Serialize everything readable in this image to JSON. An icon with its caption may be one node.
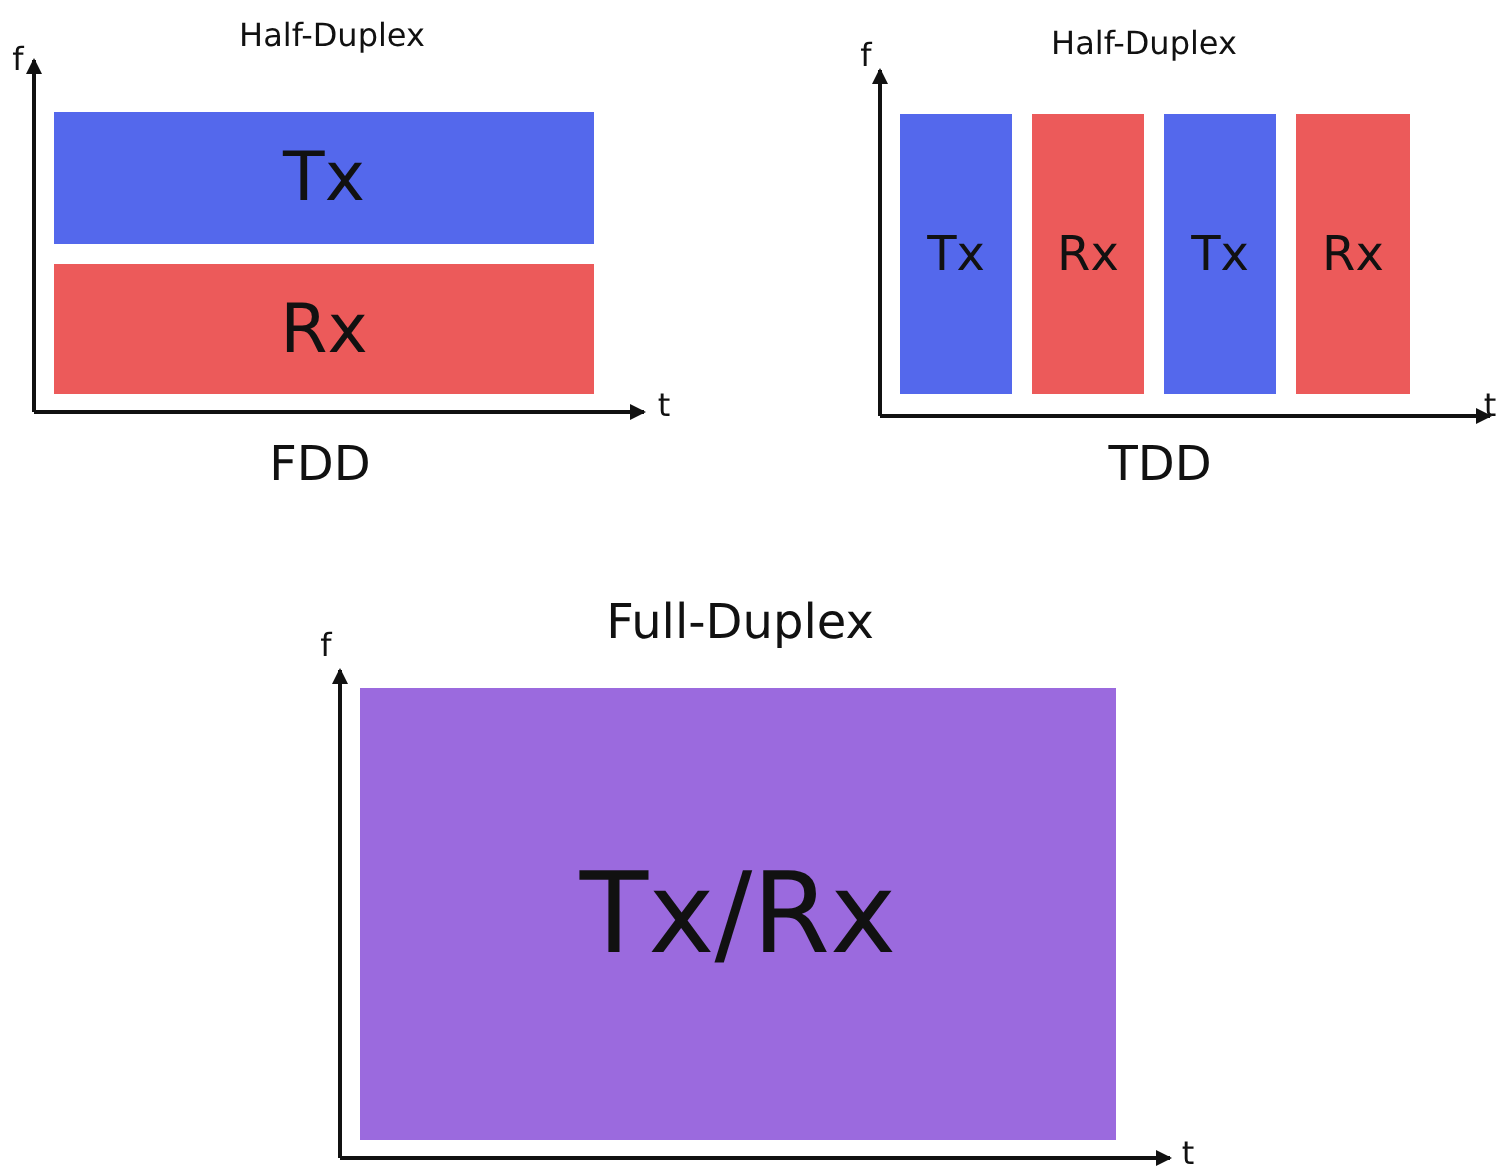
{
  "diagram": {
    "nodes": [
      {
        "text": [
          "Tx"
        ]
      },
      {
        "text": [
          "Rx"
        ]
      },
      {
        "text": [
          "Tx"
        ]
      },
      {
        "text": [
          "Rx"
        ]
      },
      {
        "text": [
          "Tx"
        ]
      },
      {
        "text": [
          "Rx"
        ]
      },
      {
        "text": [
          "Tx/Rx"
        ]
      }
    ],
    "labels": [
      "Half-Duplex",
      "f",
      "t",
      "FDD",
      "Half-Duplex",
      "f",
      "t",
      "TDD",
      "Full-Duplex",
      "f",
      "t"
    ]
  }
}
